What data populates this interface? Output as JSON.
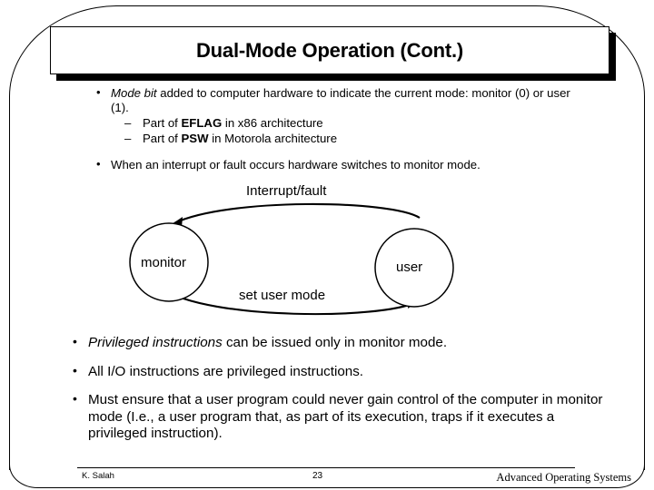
{
  "slide": {
    "title": "Dual-Mode Operation (Cont.)",
    "upper_bullets": [
      {
        "lead_italic": "Mode bit",
        "rest": " added to computer hardware to indicate the current mode: monitor (0) or user (1).",
        "sub_items": [
          {
            "dash": "–",
            "prefix": "Part of ",
            "bold": "EFLAG",
            "suffix": " in x86 architecture"
          },
          {
            "dash": "–",
            "prefix": "Part of ",
            "bold": "PSW",
            "suffix": " in Motorola architecture"
          }
        ]
      },
      {
        "text": "When an interrupt or fault occurs hardware switches to monitor mode."
      }
    ],
    "diagram": {
      "top_label": "Interrupt/fault",
      "bottom_label": "set user mode",
      "left_node": "monitor",
      "right_node": "user"
    },
    "lower_bullets": [
      {
        "lead_italic": "Privileged instructions",
        "rest": " can be issued only in monitor mode."
      },
      {
        "text": "All I/O instructions are privileged instructions."
      },
      {
        "text": "Must ensure that a user program could never gain control of the computer in monitor mode (I.e., a user program that, as part of its execution, traps if it executes a privileged instruction)."
      }
    ],
    "footer": {
      "author": "K. Salah",
      "page": "23",
      "course": "Advanced Operating Systems"
    },
    "bullet_glyph": "•",
    "colors": {
      "ink": "#000000",
      "background": "#ffffff"
    }
  }
}
